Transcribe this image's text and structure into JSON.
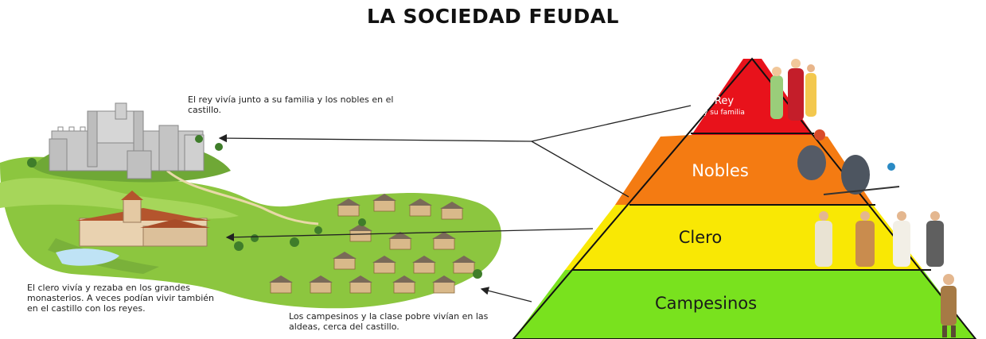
{
  "title": "LA SOCIEDAD FEUDAL",
  "pyramid": {
    "tiers": [
      {
        "label": "Rey",
        "sublabel": "y su familia",
        "color": "#e8121b"
      },
      {
        "label": "Nobles",
        "color": "#f47b12"
      },
      {
        "label": "Clero",
        "color": "#f9e804"
      },
      {
        "label": "Campesinos",
        "color": "#79e21e"
      }
    ]
  },
  "notes": {
    "rey": "El rey vivía junto a su familia y los nobles en el castillo.",
    "clero": "El clero vivía y rezaba en los grandes monasterios. A veces podían vivir también en el castillo con los reyes.",
    "campesinos": "Los campesinos y la clase pobre vivían en las aldeas, cerca del castillo."
  },
  "colors": {
    "grass": "#8cc63f",
    "castle": "#c9c9c9",
    "roof": "#b4552d"
  }
}
